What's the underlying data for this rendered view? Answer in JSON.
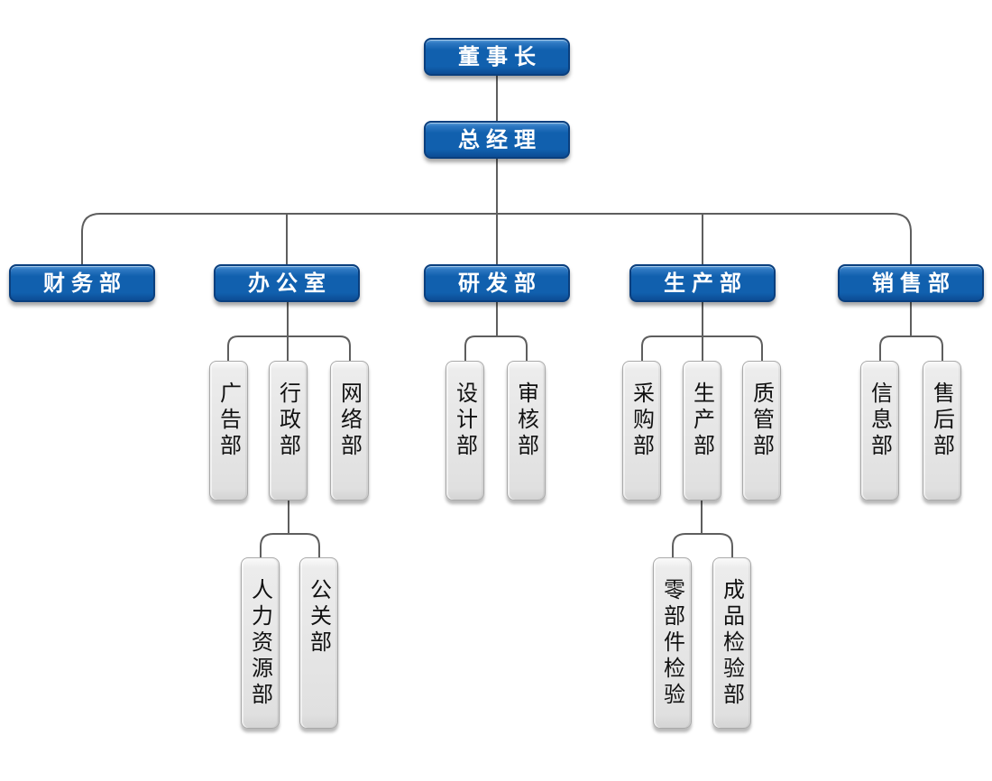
{
  "diagram": {
    "type": "org-chart",
    "colors": {
      "node_blue": "#1160AE",
      "node_blue_dark": "#0A3F7E",
      "node_blue_light": "#5FA0DA",
      "node_gray": "#E6E6E6",
      "node_gray_border": "#A9A9A9",
      "connector": "#5E5E5E",
      "text_on_blue": "#FFFFFF",
      "text_on_gray": "#111111",
      "background": "#FFFFFF"
    },
    "nodes": {
      "chairman": {
        "label": "董事长",
        "level": 1,
        "parent": null,
        "style": "blue-horizontal"
      },
      "general_manager": {
        "label": "总经理",
        "level": 2,
        "parent": "chairman",
        "style": "blue-horizontal"
      },
      "finance": {
        "label": "财务部",
        "level": 3,
        "parent": "general_manager",
        "style": "blue-horizontal"
      },
      "office": {
        "label": "办公室",
        "level": 3,
        "parent": "general_manager",
        "style": "blue-horizontal"
      },
      "rnd": {
        "label": "研发部",
        "level": 3,
        "parent": "general_manager",
        "style": "blue-horizontal"
      },
      "production": {
        "label": "生产部",
        "level": 3,
        "parent": "general_manager",
        "style": "blue-horizontal"
      },
      "sales": {
        "label": "销售部",
        "level": 3,
        "parent": "general_manager",
        "style": "blue-horizontal"
      },
      "advertising": {
        "label": "广告部",
        "level": 4,
        "parent": "office",
        "style": "gray-vertical"
      },
      "admin": {
        "label": "行政部",
        "level": 4,
        "parent": "office",
        "style": "gray-vertical"
      },
      "network": {
        "label": "网络部",
        "level": 4,
        "parent": "office",
        "style": "gray-vertical"
      },
      "design": {
        "label": "设计部",
        "level": 4,
        "parent": "rnd",
        "style": "gray-vertical"
      },
      "audit": {
        "label": "审核部",
        "level": 4,
        "parent": "rnd",
        "style": "gray-vertical"
      },
      "purchasing": {
        "label": "采购部",
        "level": 4,
        "parent": "production",
        "style": "gray-vertical"
      },
      "production_sub": {
        "label": "生产部",
        "level": 4,
        "parent": "production",
        "style": "gray-vertical"
      },
      "quality": {
        "label": "质管部",
        "level": 4,
        "parent": "production",
        "style": "gray-vertical"
      },
      "info": {
        "label": "信息部",
        "level": 4,
        "parent": "sales",
        "style": "gray-vertical"
      },
      "aftersales": {
        "label": "售后部",
        "level": 4,
        "parent": "sales",
        "style": "gray-vertical"
      },
      "hr": {
        "label": "人力资源部",
        "level": 5,
        "parent": "admin",
        "style": "gray-vertical"
      },
      "pr": {
        "label": "公关部",
        "level": 5,
        "parent": "admin",
        "style": "gray-vertical"
      },
      "parts_inspection": {
        "label": "零部件检验",
        "level": 5,
        "parent": "production_sub",
        "style": "gray-vertical"
      },
      "finished_inspection": {
        "label": "成品检验部",
        "level": 5,
        "parent": "production_sub",
        "style": "gray-vertical"
      }
    }
  }
}
